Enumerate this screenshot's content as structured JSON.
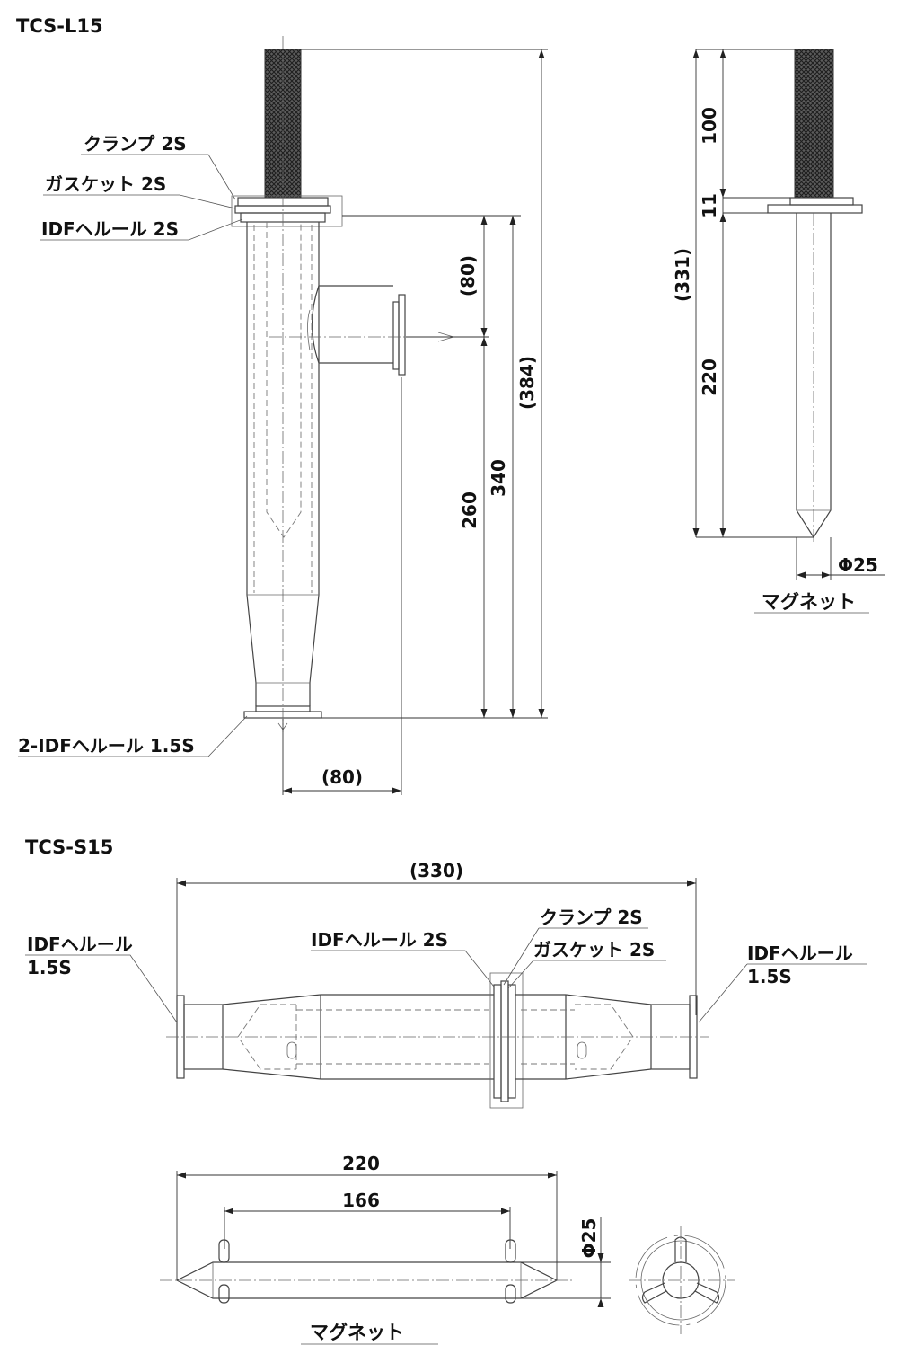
{
  "tcs_l15": {
    "title": "TCS-L15",
    "labels": {
      "clamp": "クランプ 2S",
      "gasket": "ガスケット 2S",
      "ferrule": "IDFヘルール 2S",
      "bottom_ferrule": "2-IDFヘルール 1.5S"
    },
    "dims": {
      "d80_outlet": "(80)",
      "d260": "260",
      "d340": "340",
      "d384": "(384)",
      "d80_horizontal": "(80)"
    }
  },
  "magnet_l": {
    "dims": {
      "d100": "100",
      "d11": "11",
      "d331": "(331)",
      "d220": "220",
      "dia": "Φ25"
    },
    "label": "マグネット"
  },
  "tcs_s15": {
    "title": "TCS-S15",
    "dims": {
      "d330": "(330)"
    },
    "labels": {
      "left_ferrule_1": "IDFヘルール",
      "left_ferrule_2": "1.5S",
      "center_ferrule": "IDFヘルール 2S",
      "clamp": "クランプ 2S",
      "gasket": "ガスケット 2S",
      "right_ferrule_1": "IDFヘルール",
      "right_ferrule_2": "1.5S"
    }
  },
  "magnet_s": {
    "dims": {
      "d220": "220",
      "d166": "166",
      "dia": "Φ25"
    },
    "label": "マグネット"
  },
  "colors": {
    "line": "#444444",
    "text": "#111111",
    "knurl": "#3a3a3a"
  },
  "icons": {
    "arrow": "arrowhead"
  }
}
